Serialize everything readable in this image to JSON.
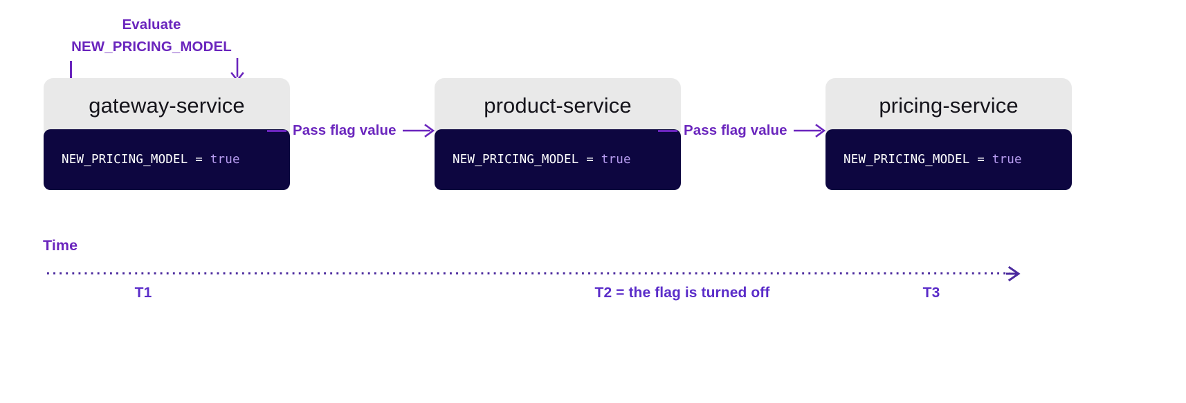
{
  "annotation": {
    "line1": "Evaluate",
    "line2": "NEW_PRICING_MODEL",
    "tick_icon": "vertical-tick-icon",
    "arrow_icon": "arrow-down-icon"
  },
  "services": [
    {
      "id": "gateway",
      "title": "gateway-service",
      "flag_name": "NEW_PRICING_MODEL",
      "operator": " = ",
      "flag_value": "true"
    },
    {
      "id": "product",
      "title": "product-service",
      "flag_name": "NEW_PRICING_MODEL",
      "operator": " = ",
      "flag_value": "true"
    },
    {
      "id": "pricing",
      "title": "pricing-service",
      "flag_name": "NEW_PRICING_MODEL",
      "operator": " = ",
      "flag_value": "true"
    }
  ],
  "connectors": [
    {
      "label": "Pass flag value",
      "arrow_icon": "arrow-right-icon"
    },
    {
      "label": "Pass flag value",
      "arrow_icon": "arrow-right-icon"
    }
  ],
  "timeline": {
    "title": "Time",
    "axis_icon": "dotted-arrow-right-icon",
    "ticks": [
      {
        "label": "T1"
      },
      {
        "label": "T2 = the flag is turned off"
      },
      {
        "label": "T3"
      }
    ]
  },
  "colors": {
    "accent_purple": "#6a25bd",
    "tick_purple": "#5b2dc9",
    "card_header_gray": "#e9e9e9",
    "code_navy": "#0d0640",
    "code_value_purple": "#b79cf0",
    "title_black": "#15141b",
    "background": "#ffffff"
  }
}
